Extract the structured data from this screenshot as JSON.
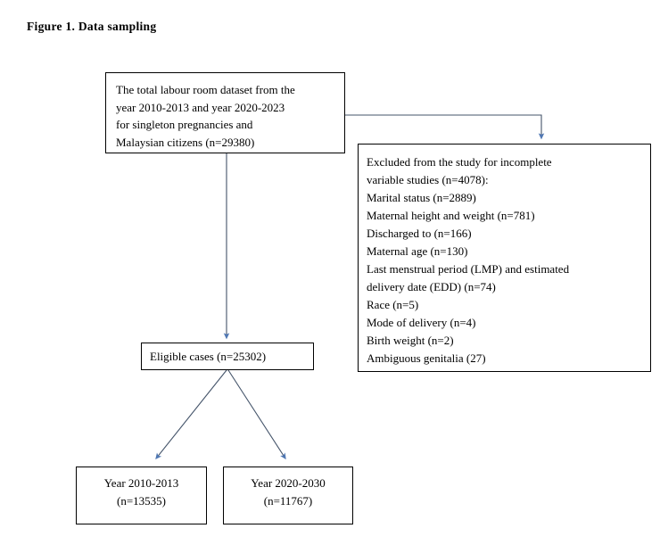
{
  "figure": {
    "title": "Figure 1. Data sampling",
    "background_color": "#ffffff",
    "box_border_color": "#000000",
    "connector_line_color": "#44546A",
    "connector_arrow_color": "#4F77B3"
  },
  "nodes": {
    "total_dataset": {
      "id": "box-total",
      "text": "The total labour room dataset from  the\nyear 2010-2013 and year  2020-2023\nfor  singleton  pregnancies  and\nMalaysian  citizens  (n=29380)",
      "count": 29380
    },
    "excluded": {
      "id": "box-excluded",
      "text": "Excluded  from  the  study  for  incomplete\nvariable  studies (n=4078):\nMarital  status (n=2889)\nMaternal  height  and  weight  (n=781)\nDischarged  to (n=166)\nMaternal  age (n=130)\nLast menstrual  period (LMP) and  estimated\ndelivery  date (EDD)  (n=74)\nRace (n=5)\nMode of  delivery  (n=4)\nBirth  weight  (n=2)\nAmbiguous  genitalia  (27)",
      "reasons": [
        {
          "label": "Excluded from the study for incomplete variable studies",
          "n": 4078
        },
        {
          "label": "Marital status",
          "n": 2889
        },
        {
          "label": "Maternal height and weight",
          "n": 781
        },
        {
          "label": "Discharged to",
          "n": 166
        },
        {
          "label": "Maternal age",
          "n": 130
        },
        {
          "label": "Last menstrual period (LMP) and estimated delivery date (EDD)",
          "n": 74
        },
        {
          "label": "Race",
          "n": 5
        },
        {
          "label": "Mode of delivery",
          "n": 4
        },
        {
          "label": "Birth weight",
          "n": 2
        },
        {
          "label": "Ambiguous genitalia",
          "n": 27
        }
      ]
    },
    "eligible": {
      "id": "box-eligible",
      "text": "Eligible  cases (n=25302)",
      "count": 25302
    },
    "year_group_a": {
      "id": "box-year-a",
      "text": "Year  2010-2013\n(n=13535)",
      "period": "2010-2013",
      "count": 13535
    },
    "year_group_b": {
      "id": "box-year-b",
      "text": "Year  2020-2030\n(n=11767)",
      "period": "2020-2030",
      "count": 11767
    }
  },
  "edges": [
    {
      "name": "total-to-excluded",
      "from": "total_dataset",
      "to": "excluded",
      "style": "elbow-arrow"
    },
    {
      "name": "total-to-eligible",
      "from": "total_dataset",
      "to": "eligible",
      "style": "straight-arrow-down"
    },
    {
      "name": "eligible-to-year-a",
      "from": "eligible",
      "to": "year_group_a",
      "style": "diagonal-arrow"
    },
    {
      "name": "eligible-to-year-b",
      "from": "eligible",
      "to": "year_group_b",
      "style": "diagonal-arrow"
    }
  ]
}
